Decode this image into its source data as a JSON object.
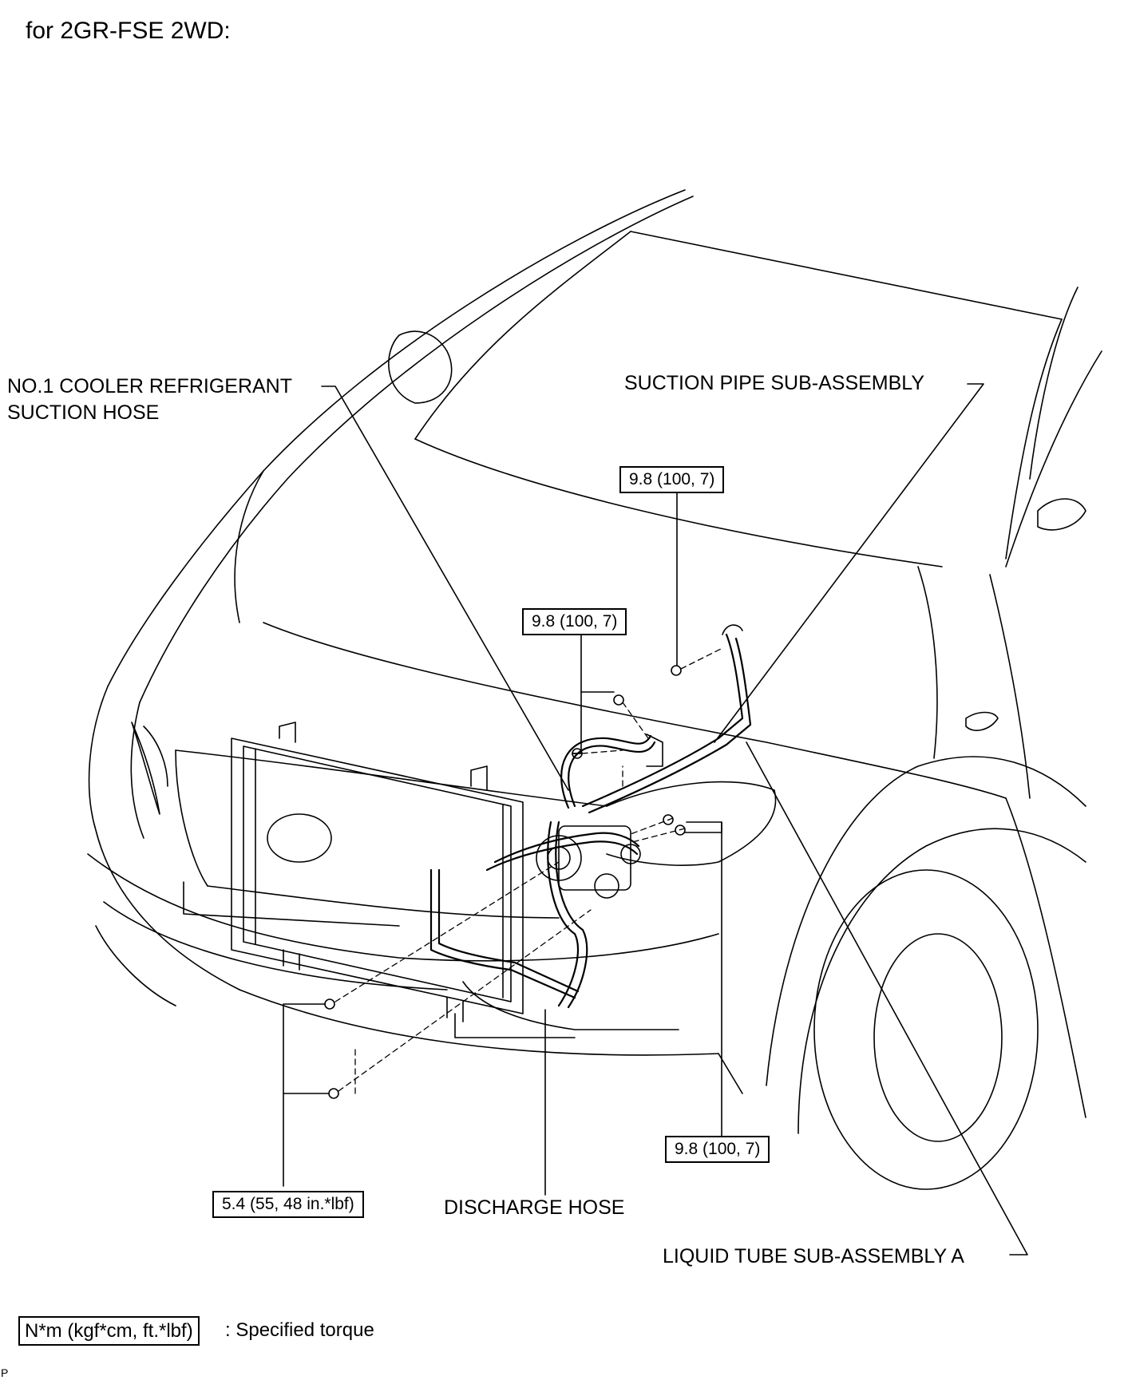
{
  "heading": "for 2GR-FSE 2WD:",
  "labels": {
    "suction_hose": [
      "NO.1 COOLER REFRIGERANT",
      "SUCTION HOSE"
    ],
    "suction_pipe": "SUCTION PIPE SUB-ASSEMBLY",
    "discharge_hose": "DISCHARGE HOSE",
    "liquid_tube": "LIQUID TUBE SUB-ASSEMBLY A"
  },
  "torques": {
    "suction_pipe_bolt": "9.8 (100, 7)",
    "suction_hose_bolt": "9.8 (100, 7)",
    "compressor_bolt": "9.8 (100, 7)",
    "condenser_bolt": "5.4 (55, 48 in.*lbf)"
  },
  "legend": {
    "unit_box": "N*m (kgf*cm, ft.*lbf)",
    "description": ": Specified torque"
  },
  "corner_mark": "P"
}
